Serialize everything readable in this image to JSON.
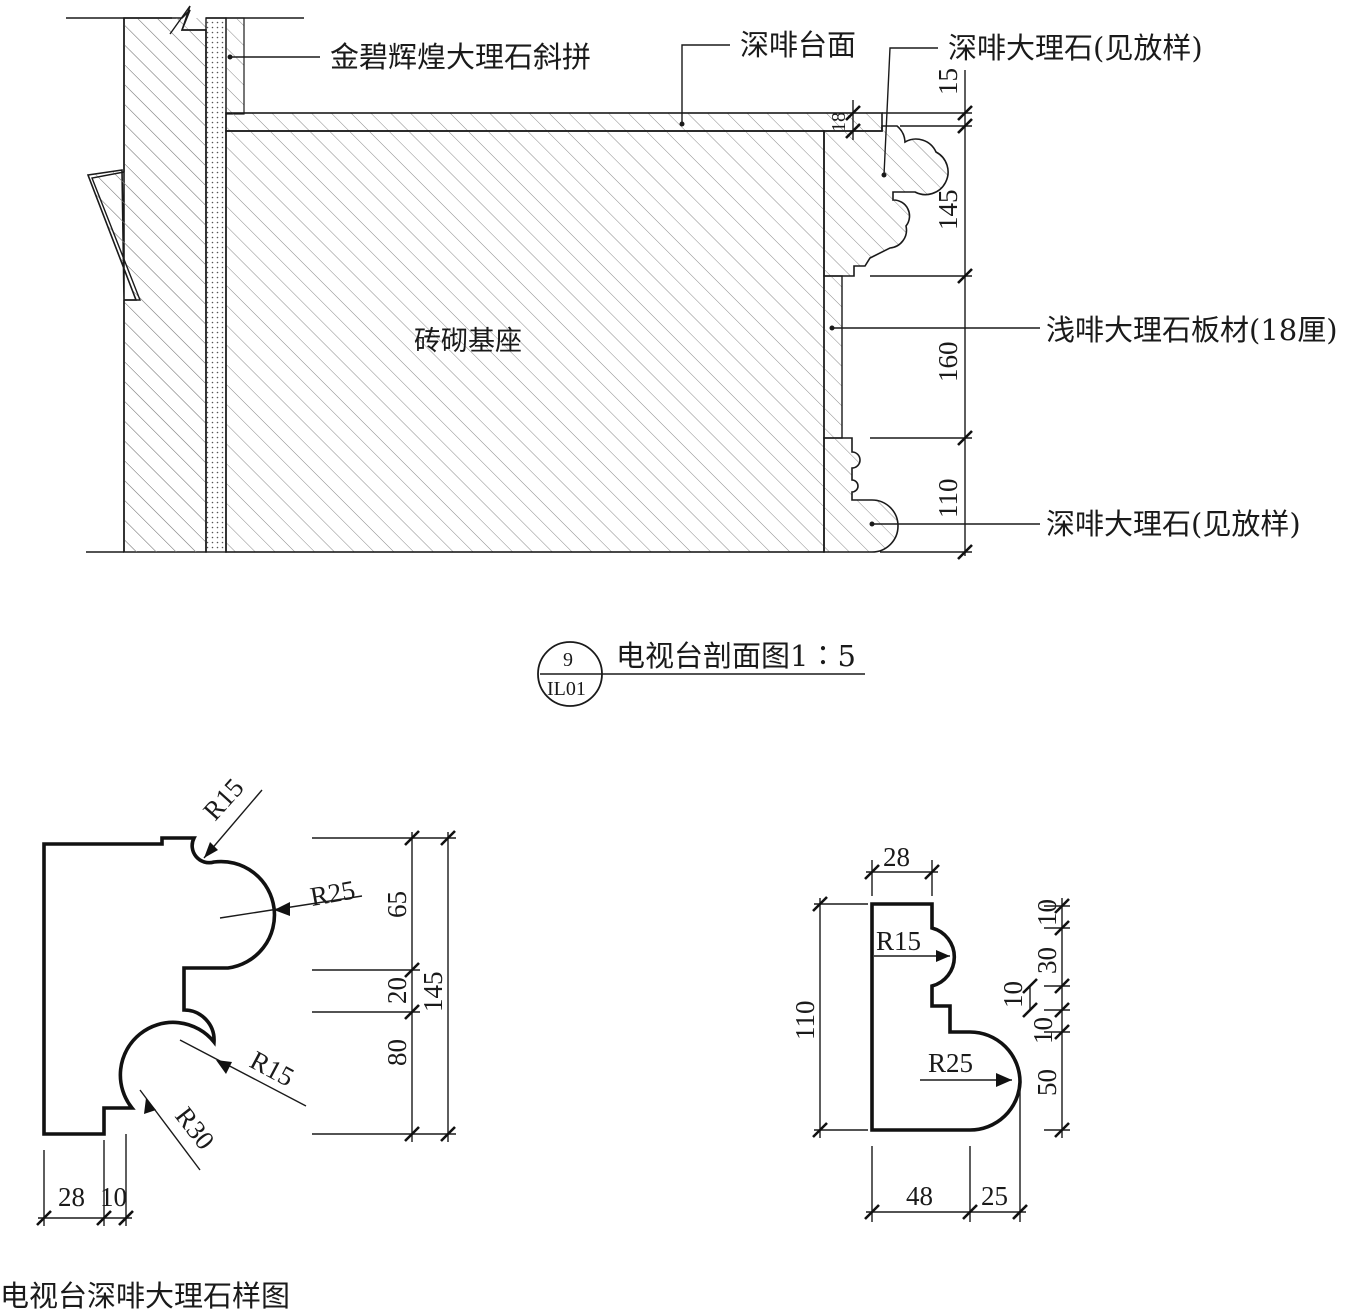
{
  "section": {
    "labels": {
      "wall_finish": "金碧辉煌大理石斜拼",
      "counter_top": "深啡台面",
      "top_molding": "深啡大理石(见放样)",
      "panel": "浅啡大理石板材(18厘)",
      "bottom_molding": "深啡大理石(见放样)",
      "base": "砖砌基座"
    },
    "dims": {
      "top_thickness": "18",
      "d15": "15",
      "d145": "145",
      "d160": "160",
      "d110": "110"
    },
    "title": {
      "bubble_top": "9",
      "bubble_bottom": "IL01",
      "text": "电视台剖面图1∶5"
    }
  },
  "profile_left": {
    "radius_1": "R15",
    "radius_2": "R25",
    "radius_3": "R15",
    "radius_4": "R30",
    "d65": "65",
    "d20": "20",
    "d80": "80",
    "d145": "145",
    "d28": "28",
    "d10": "10"
  },
  "profile_right": {
    "d28": "28",
    "radius_1": "R15",
    "radius_2": "R25",
    "d110": "110",
    "d10a": "10",
    "d30": "30",
    "d10b": "10",
    "d10c": "10",
    "d50": "50",
    "d48": "48",
    "d25": "25"
  },
  "caption": "电视台深啡大理石样图"
}
